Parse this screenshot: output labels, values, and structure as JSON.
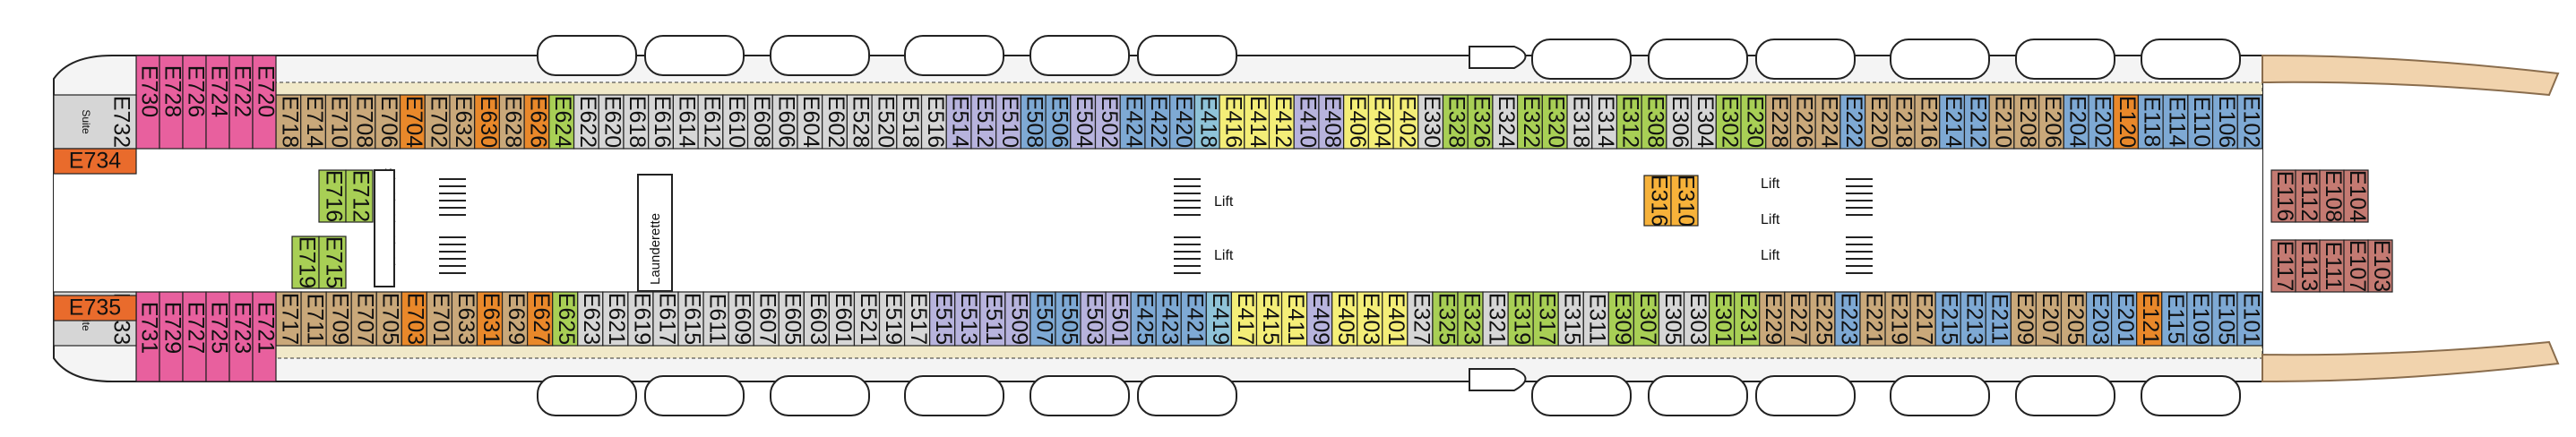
{
  "labels": {
    "lift": "Lift",
    "launderette": "Launderette",
    "suite": "Suite"
  },
  "colors": {
    "pink": "#e8609e",
    "orange": "#e9882a",
    "tan": "#c9a87a",
    "lightgray": "#d6d6d6",
    "lavender": "#b7b3dd",
    "blue": "#7ea9d4",
    "yellow": "#f4ee78",
    "green": "#a8cf55",
    "teal": "#8fc3d8",
    "rose": "#c47a72",
    "gold": "#f7b23a",
    "orangebox": "#e96b2c"
  },
  "top_row": [
    {
      "id": "E718",
      "c": "tan"
    },
    {
      "id": "E714",
      "c": "tan"
    },
    {
      "id": "E710",
      "c": "tan"
    },
    {
      "id": "E708",
      "c": "tan"
    },
    {
      "id": "E706",
      "c": "tan"
    },
    {
      "id": "E704",
      "c": "orange"
    },
    {
      "id": "E702",
      "c": "tan"
    },
    {
      "id": "E632",
      "c": "tan"
    },
    {
      "id": "E630",
      "c": "orange"
    },
    {
      "id": "E628",
      "c": "tan"
    },
    {
      "id": "E626",
      "c": "orange"
    },
    {
      "id": "E624",
      "c": "green"
    },
    {
      "id": "E622",
      "c": "lightgray"
    },
    {
      "id": "E620",
      "c": "lightgray"
    },
    {
      "id": "E618",
      "c": "lightgray"
    },
    {
      "id": "E616",
      "c": "lightgray"
    },
    {
      "id": "E614",
      "c": "lightgray"
    },
    {
      "id": "E612",
      "c": "lightgray"
    },
    {
      "id": "E610",
      "c": "lightgray"
    },
    {
      "id": "E608",
      "c": "lightgray"
    },
    {
      "id": "E606",
      "c": "lightgray"
    },
    {
      "id": "E604",
      "c": "lightgray"
    },
    {
      "id": "E602",
      "c": "lightgray"
    },
    {
      "id": "E528",
      "c": "lightgray"
    },
    {
      "id": "E520",
      "c": "lightgray"
    },
    {
      "id": "E518",
      "c": "lightgray"
    },
    {
      "id": "E516",
      "c": "lightgray"
    },
    {
      "id": "E514",
      "c": "lavender"
    },
    {
      "id": "E512",
      "c": "lavender"
    },
    {
      "id": "E510",
      "c": "lavender"
    },
    {
      "id": "E508",
      "c": "blue"
    },
    {
      "id": "E506",
      "c": "blue"
    },
    {
      "id": "E504",
      "c": "lavender"
    },
    {
      "id": "E502",
      "c": "lavender"
    },
    {
      "id": "E424",
      "c": "blue"
    },
    {
      "id": "E422",
      "c": "blue"
    },
    {
      "id": "E420",
      "c": "blue"
    },
    {
      "id": "E418",
      "c": "teal"
    },
    {
      "id": "E416",
      "c": "yellow"
    },
    {
      "id": "E414",
      "c": "yellow"
    },
    {
      "id": "E412",
      "c": "yellow"
    },
    {
      "id": "E410",
      "c": "lavender"
    },
    {
      "id": "E408",
      "c": "lavender"
    },
    {
      "id": "E406",
      "c": "yellow"
    },
    {
      "id": "E404",
      "c": "yellow"
    },
    {
      "id": "E402",
      "c": "yellow"
    },
    {
      "id": "E330",
      "c": "lightgray"
    },
    {
      "id": "E328",
      "c": "green"
    },
    {
      "id": "E326",
      "c": "green"
    },
    {
      "id": "E324",
      "c": "lightgray"
    },
    {
      "id": "E322",
      "c": "green"
    },
    {
      "id": "E320",
      "c": "green"
    },
    {
      "id": "E318",
      "c": "lightgray"
    },
    {
      "id": "E314",
      "c": "lightgray"
    },
    {
      "id": "E312",
      "c": "green"
    },
    {
      "id": "E308",
      "c": "green"
    },
    {
      "id": "E306",
      "c": "lightgray"
    },
    {
      "id": "E304",
      "c": "lightgray"
    },
    {
      "id": "E302",
      "c": "green"
    },
    {
      "id": "E230",
      "c": "green"
    },
    {
      "id": "E228",
      "c": "tan"
    },
    {
      "id": "E226",
      "c": "tan"
    },
    {
      "id": "E224",
      "c": "tan"
    },
    {
      "id": "E222",
      "c": "blue"
    },
    {
      "id": "E220",
      "c": "tan"
    },
    {
      "id": "E218",
      "c": "tan"
    },
    {
      "id": "E216",
      "c": "tan"
    },
    {
      "id": "E214",
      "c": "blue"
    },
    {
      "id": "E212",
      "c": "blue"
    },
    {
      "id": "E210",
      "c": "tan"
    },
    {
      "id": "E208",
      "c": "tan"
    },
    {
      "id": "E206",
      "c": "tan"
    },
    {
      "id": "E204",
      "c": "blue"
    },
    {
      "id": "E202",
      "c": "blue"
    },
    {
      "id": "E120",
      "c": "orange"
    },
    {
      "id": "E118",
      "c": "blue"
    },
    {
      "id": "E114",
      "c": "blue"
    },
    {
      "id": "E110",
      "c": "blue"
    },
    {
      "id": "E106",
      "c": "blue"
    },
    {
      "id": "E102",
      "c": "blue"
    }
  ],
  "bottom_row": [
    {
      "id": "E717",
      "c": "tan"
    },
    {
      "id": "E711",
      "c": "tan"
    },
    {
      "id": "E709",
      "c": "tan"
    },
    {
      "id": "E707",
      "c": "tan"
    },
    {
      "id": "E705",
      "c": "tan"
    },
    {
      "id": "E703",
      "c": "orange"
    },
    {
      "id": "E701",
      "c": "tan"
    },
    {
      "id": "E633",
      "c": "tan"
    },
    {
      "id": "E631",
      "c": "orange"
    },
    {
      "id": "E629",
      "c": "tan"
    },
    {
      "id": "E627",
      "c": "orange"
    },
    {
      "id": "E625",
      "c": "green"
    },
    {
      "id": "E623",
      "c": "lightgray"
    },
    {
      "id": "E621",
      "c": "lightgray"
    },
    {
      "id": "E619",
      "c": "lightgray"
    },
    {
      "id": "E617",
      "c": "lightgray"
    },
    {
      "id": "E615",
      "c": "lightgray"
    },
    {
      "id": "E611",
      "c": "lightgray"
    },
    {
      "id": "E609",
      "c": "lightgray"
    },
    {
      "id": "E607",
      "c": "lightgray"
    },
    {
      "id": "E605",
      "c": "lightgray"
    },
    {
      "id": "E603",
      "c": "lightgray"
    },
    {
      "id": "E601",
      "c": "lightgray"
    },
    {
      "id": "E521",
      "c": "lightgray"
    },
    {
      "id": "E519",
      "c": "lightgray"
    },
    {
      "id": "E517",
      "c": "lightgray"
    },
    {
      "id": "E515",
      "c": "lavender"
    },
    {
      "id": "E513",
      "c": "lavender"
    },
    {
      "id": "E511",
      "c": "lavender"
    },
    {
      "id": "E509",
      "c": "lavender"
    },
    {
      "id": "E507",
      "c": "blue"
    },
    {
      "id": "E505",
      "c": "blue"
    },
    {
      "id": "E503",
      "c": "lavender"
    },
    {
      "id": "E501",
      "c": "lavender"
    },
    {
      "id": "E425",
      "c": "blue"
    },
    {
      "id": "E423",
      "c": "blue"
    },
    {
      "id": "E421",
      "c": "blue"
    },
    {
      "id": "E419",
      "c": "teal"
    },
    {
      "id": "E417",
      "c": "yellow"
    },
    {
      "id": "E415",
      "c": "yellow"
    },
    {
      "id": "E411",
      "c": "yellow"
    },
    {
      "id": "E409",
      "c": "lavender"
    },
    {
      "id": "E405",
      "c": "yellow"
    },
    {
      "id": "E403",
      "c": "yellow"
    },
    {
      "id": "E401",
      "c": "yellow"
    },
    {
      "id": "E327",
      "c": "lightgray"
    },
    {
      "id": "E325",
      "c": "green"
    },
    {
      "id": "E323",
      "c": "green"
    },
    {
      "id": "E321",
      "c": "lightgray"
    },
    {
      "id": "E319",
      "c": "green"
    },
    {
      "id": "E317",
      "c": "green"
    },
    {
      "id": "E315",
      "c": "lightgray"
    },
    {
      "id": "E311",
      "c": "lightgray"
    },
    {
      "id": "E309",
      "c": "green"
    },
    {
      "id": "E307",
      "c": "green"
    },
    {
      "id": "E305",
      "c": "lightgray"
    },
    {
      "id": "E303",
      "c": "lightgray"
    },
    {
      "id": "E301",
      "c": "green"
    },
    {
      "id": "E231",
      "c": "green"
    },
    {
      "id": "E229",
      "c": "tan"
    },
    {
      "id": "E227",
      "c": "tan"
    },
    {
      "id": "E225",
      "c": "tan"
    },
    {
      "id": "E223",
      "c": "blue"
    },
    {
      "id": "E221",
      "c": "tan"
    },
    {
      "id": "E219",
      "c": "tan"
    },
    {
      "id": "E217",
      "c": "tan"
    },
    {
      "id": "E215",
      "c": "blue"
    },
    {
      "id": "E213",
      "c": "blue"
    },
    {
      "id": "E211",
      "c": "blue"
    },
    {
      "id": "E209",
      "c": "tan"
    },
    {
      "id": "E207",
      "c": "tan"
    },
    {
      "id": "E205",
      "c": "tan"
    },
    {
      "id": "E203",
      "c": "blue"
    },
    {
      "id": "E201",
      "c": "blue"
    },
    {
      "id": "E121",
      "c": "orange"
    },
    {
      "id": "E115",
      "c": "blue"
    },
    {
      "id": "E109",
      "c": "blue"
    },
    {
      "id": "E105",
      "c": "blue"
    },
    {
      "id": "E101",
      "c": "blue"
    }
  ],
  "stern_top": [
    {
      "id": "E730"
    },
    {
      "id": "E728"
    },
    {
      "id": "E726"
    },
    {
      "id": "E724"
    },
    {
      "id": "E722"
    },
    {
      "id": "E720"
    }
  ],
  "stern_bottom": [
    {
      "id": "E731"
    },
    {
      "id": "E729"
    },
    {
      "id": "E727"
    },
    {
      "id": "E725"
    },
    {
      "id": "E723"
    },
    {
      "id": "E721"
    }
  ],
  "suites": [
    {
      "id": "E732"
    },
    {
      "id": "E733"
    }
  ],
  "special_cabins": [
    {
      "id": "E734",
      "pos": "top"
    },
    {
      "id": "E735",
      "pos": "bottom"
    }
  ],
  "inner_left": [
    {
      "id": "E716",
      "c": "green"
    },
    {
      "id": "E712",
      "c": "green"
    },
    {
      "id": "E719",
      "c": "green"
    },
    {
      "id": "E715",
      "c": "green"
    }
  ],
  "inner_mid": [
    {
      "id": "E316",
      "c": "gold"
    },
    {
      "id": "E310",
      "c": "gold"
    }
  ],
  "forward_inner": [
    {
      "id": "E116",
      "c": "rose"
    },
    {
      "id": "E112",
      "c": "rose"
    },
    {
      "id": "E108",
      "c": "rose"
    },
    {
      "id": "E104",
      "c": "rose"
    },
    {
      "id": "E117",
      "c": "rose"
    },
    {
      "id": "E113",
      "c": "rose"
    },
    {
      "id": "E111",
      "c": "rose"
    },
    {
      "id": "E107",
      "c": "rose"
    },
    {
      "id": "E103",
      "c": "rose"
    }
  ]
}
